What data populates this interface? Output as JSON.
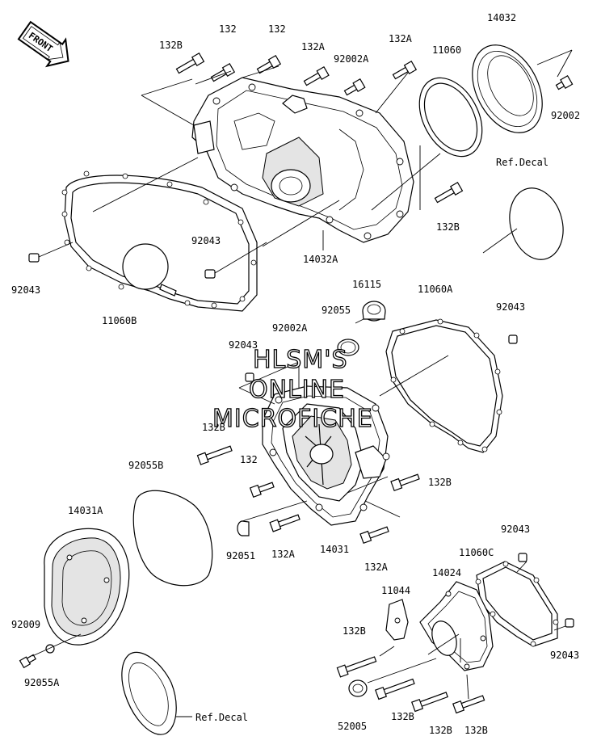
{
  "front_badge": "FRONT",
  "watermark": [
    "HLSM'S",
    "ONLINE",
    "MICROFICHE"
  ],
  "labels": {
    "p_132b_a": "132B",
    "p_132_a": "132",
    "p_132_b": "132",
    "p_132a_a": "132A",
    "p_92002a_a": "92002A",
    "p_132a_b": "132A",
    "p_11060": "11060",
    "p_14032": "14032",
    "p_92002": "92002",
    "p_refdecal_a": "Ref.Decal",
    "p_132b_b": "132B",
    "p_14032a": "14032A",
    "p_92043_a": "92043",
    "p_92043_b": "92043",
    "p_11060b": "11060B",
    "p_16115": "16115",
    "p_11060a": "11060A",
    "p_92055": "92055",
    "p_92043_c": "92043",
    "p_92002a_b": "92002A",
    "p_92043_d": "92043",
    "p_132b_c": "132B",
    "p_132_c": "132",
    "p_132b_d": "132B",
    "p_92055b": "92055B",
    "p_14031a": "14031A",
    "p_92051": "92051",
    "p_132a_c": "132A",
    "p_14031": "14031",
    "p_132a_d": "132A",
    "p_92043_e": "92043",
    "p_11060c": "11060C",
    "p_14024": "14024",
    "p_11044": "11044",
    "p_132b_e": "132B",
    "p_92009": "92009",
    "p_92055a": "92055A",
    "p_92043_f": "92043",
    "p_132b_f": "132B",
    "p_52005": "52005",
    "p_132b_g": "132B",
    "p_132b_h": "132B",
    "p_refdecal_b": "Ref.Decal"
  }
}
